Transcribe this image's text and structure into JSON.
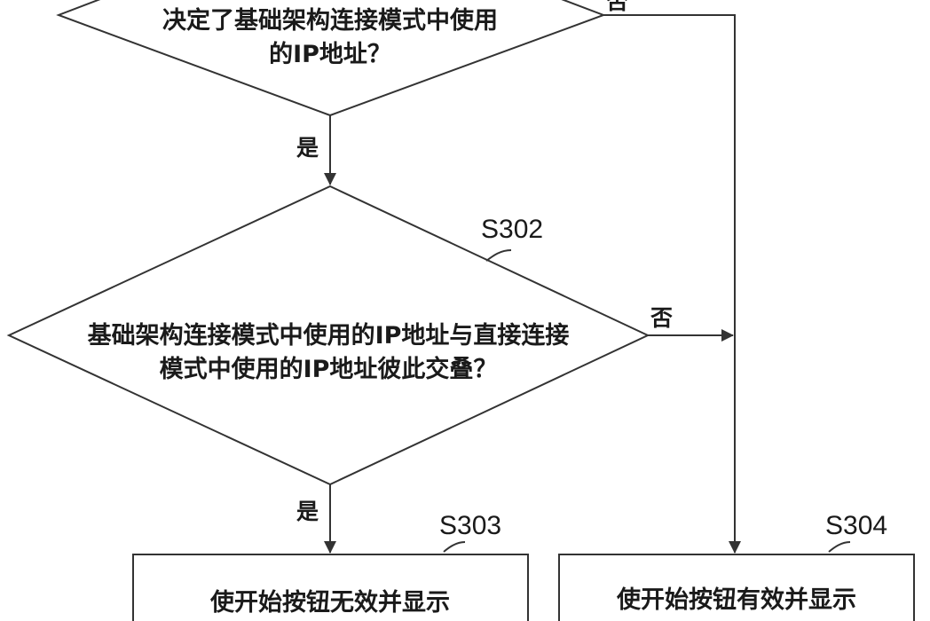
{
  "diagram": {
    "nodes": {
      "d1": {
        "lines": [
          "决定了基础架构连接模式中使用",
          "的IP地址？"
        ]
      },
      "d2": {
        "step": "S302",
        "lines": [
          "基础架构连接模式中使用的IP地址与直接连接",
          "模式中使用的IP地址彼此交叠？"
        ]
      },
      "b1": {
        "step": "S303",
        "lines": [
          "使开始按钮无效并显示"
        ]
      },
      "b2": {
        "step": "S304",
        "lines": [
          "使开始按钮有效并显示"
        ]
      }
    },
    "edges": {
      "d1_no": "否",
      "d1_yes": "是",
      "d2_no": "否",
      "d2_yes": "是"
    }
  }
}
